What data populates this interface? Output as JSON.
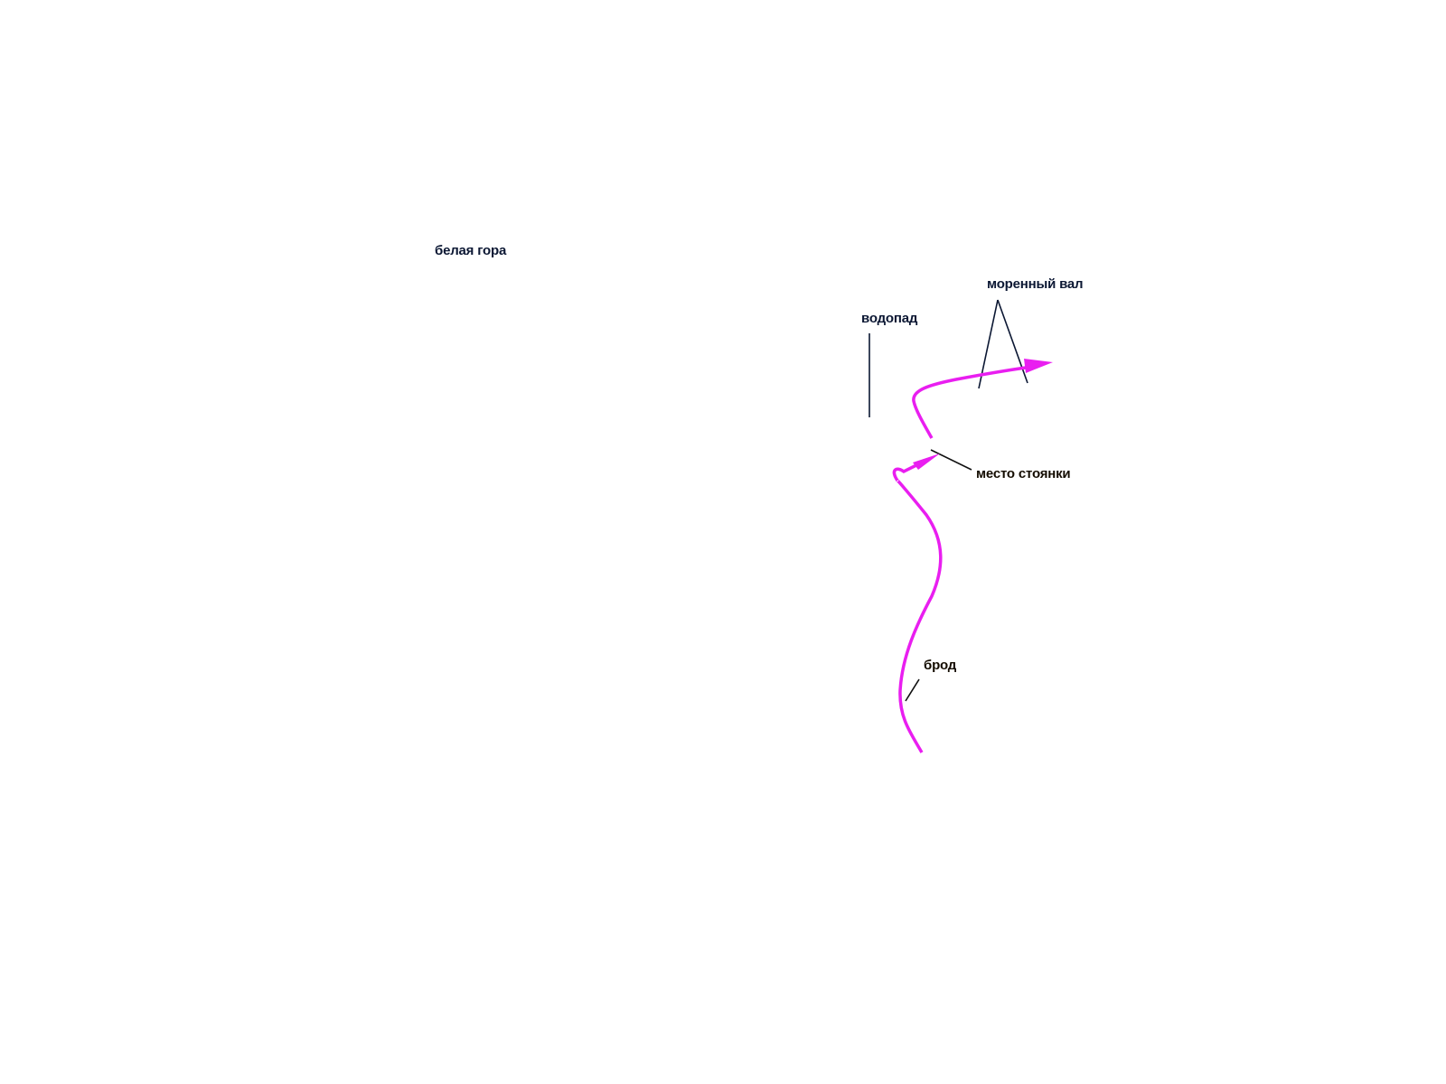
{
  "map": {
    "labels": {
      "white_mountain": "белая гора",
      "waterfall": "водопад",
      "moraine": "моренный вал",
      "campsite": "место стоянки",
      "ford": "брод"
    },
    "colors": {
      "route": "#e91ef0",
      "label_navy": "#0b1733",
      "label_dark": "#140c00",
      "background": "#ffffff"
    }
  }
}
